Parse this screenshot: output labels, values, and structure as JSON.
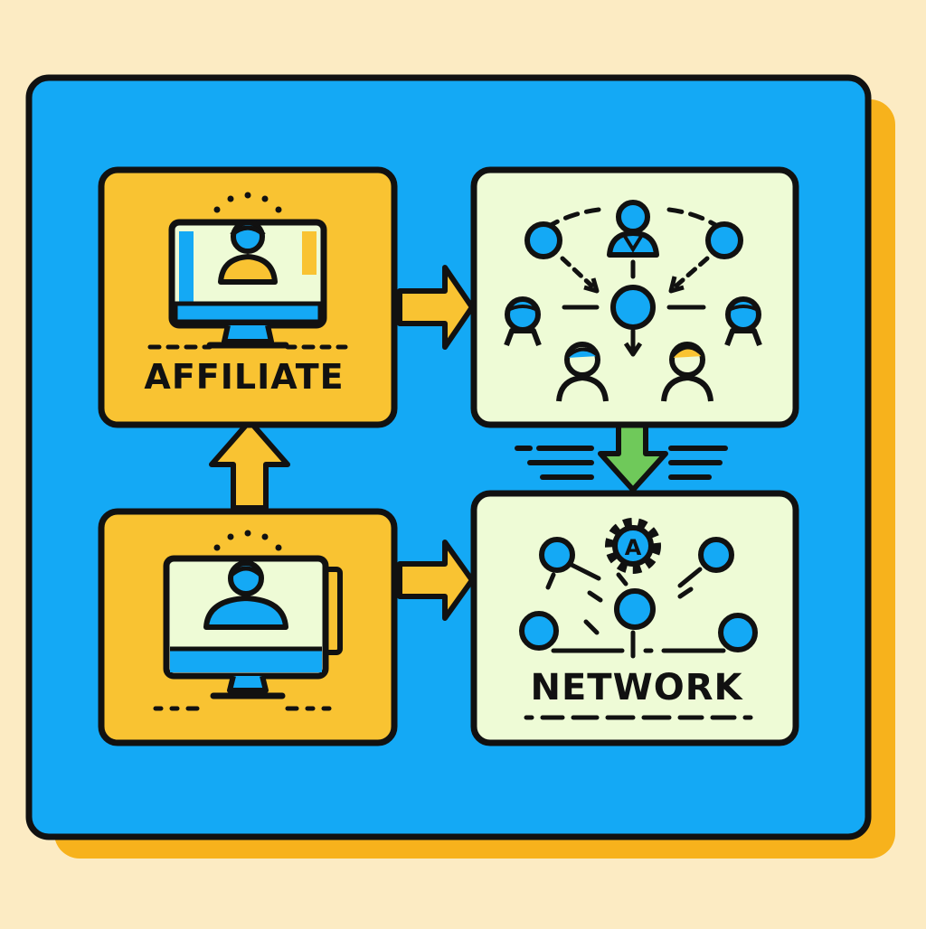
{
  "diagram": {
    "panels": {
      "affiliate": {
        "label": "AFFILIATE"
      },
      "network": {
        "label": "NETWORK"
      },
      "network_badge": {
        "label": "A"
      }
    }
  },
  "colors": {
    "background": "#fcebc3",
    "board": "#14a9f5",
    "board_shadow": "#f7b21c",
    "card_yellow": "#f9c332",
    "card_green": "#eefbd6",
    "arrow_yellow": "#f9c332",
    "arrow_green": "#6fc95a",
    "outline": "#111111",
    "accent_blue": "#14a9f5"
  },
  "icons": {
    "top_left": "computer-user-icon",
    "bottom_left": "computer-user-icon",
    "top_right": "people-network-icon",
    "bottom_right": "network-nodes-icon",
    "badge": "gear-icon"
  }
}
